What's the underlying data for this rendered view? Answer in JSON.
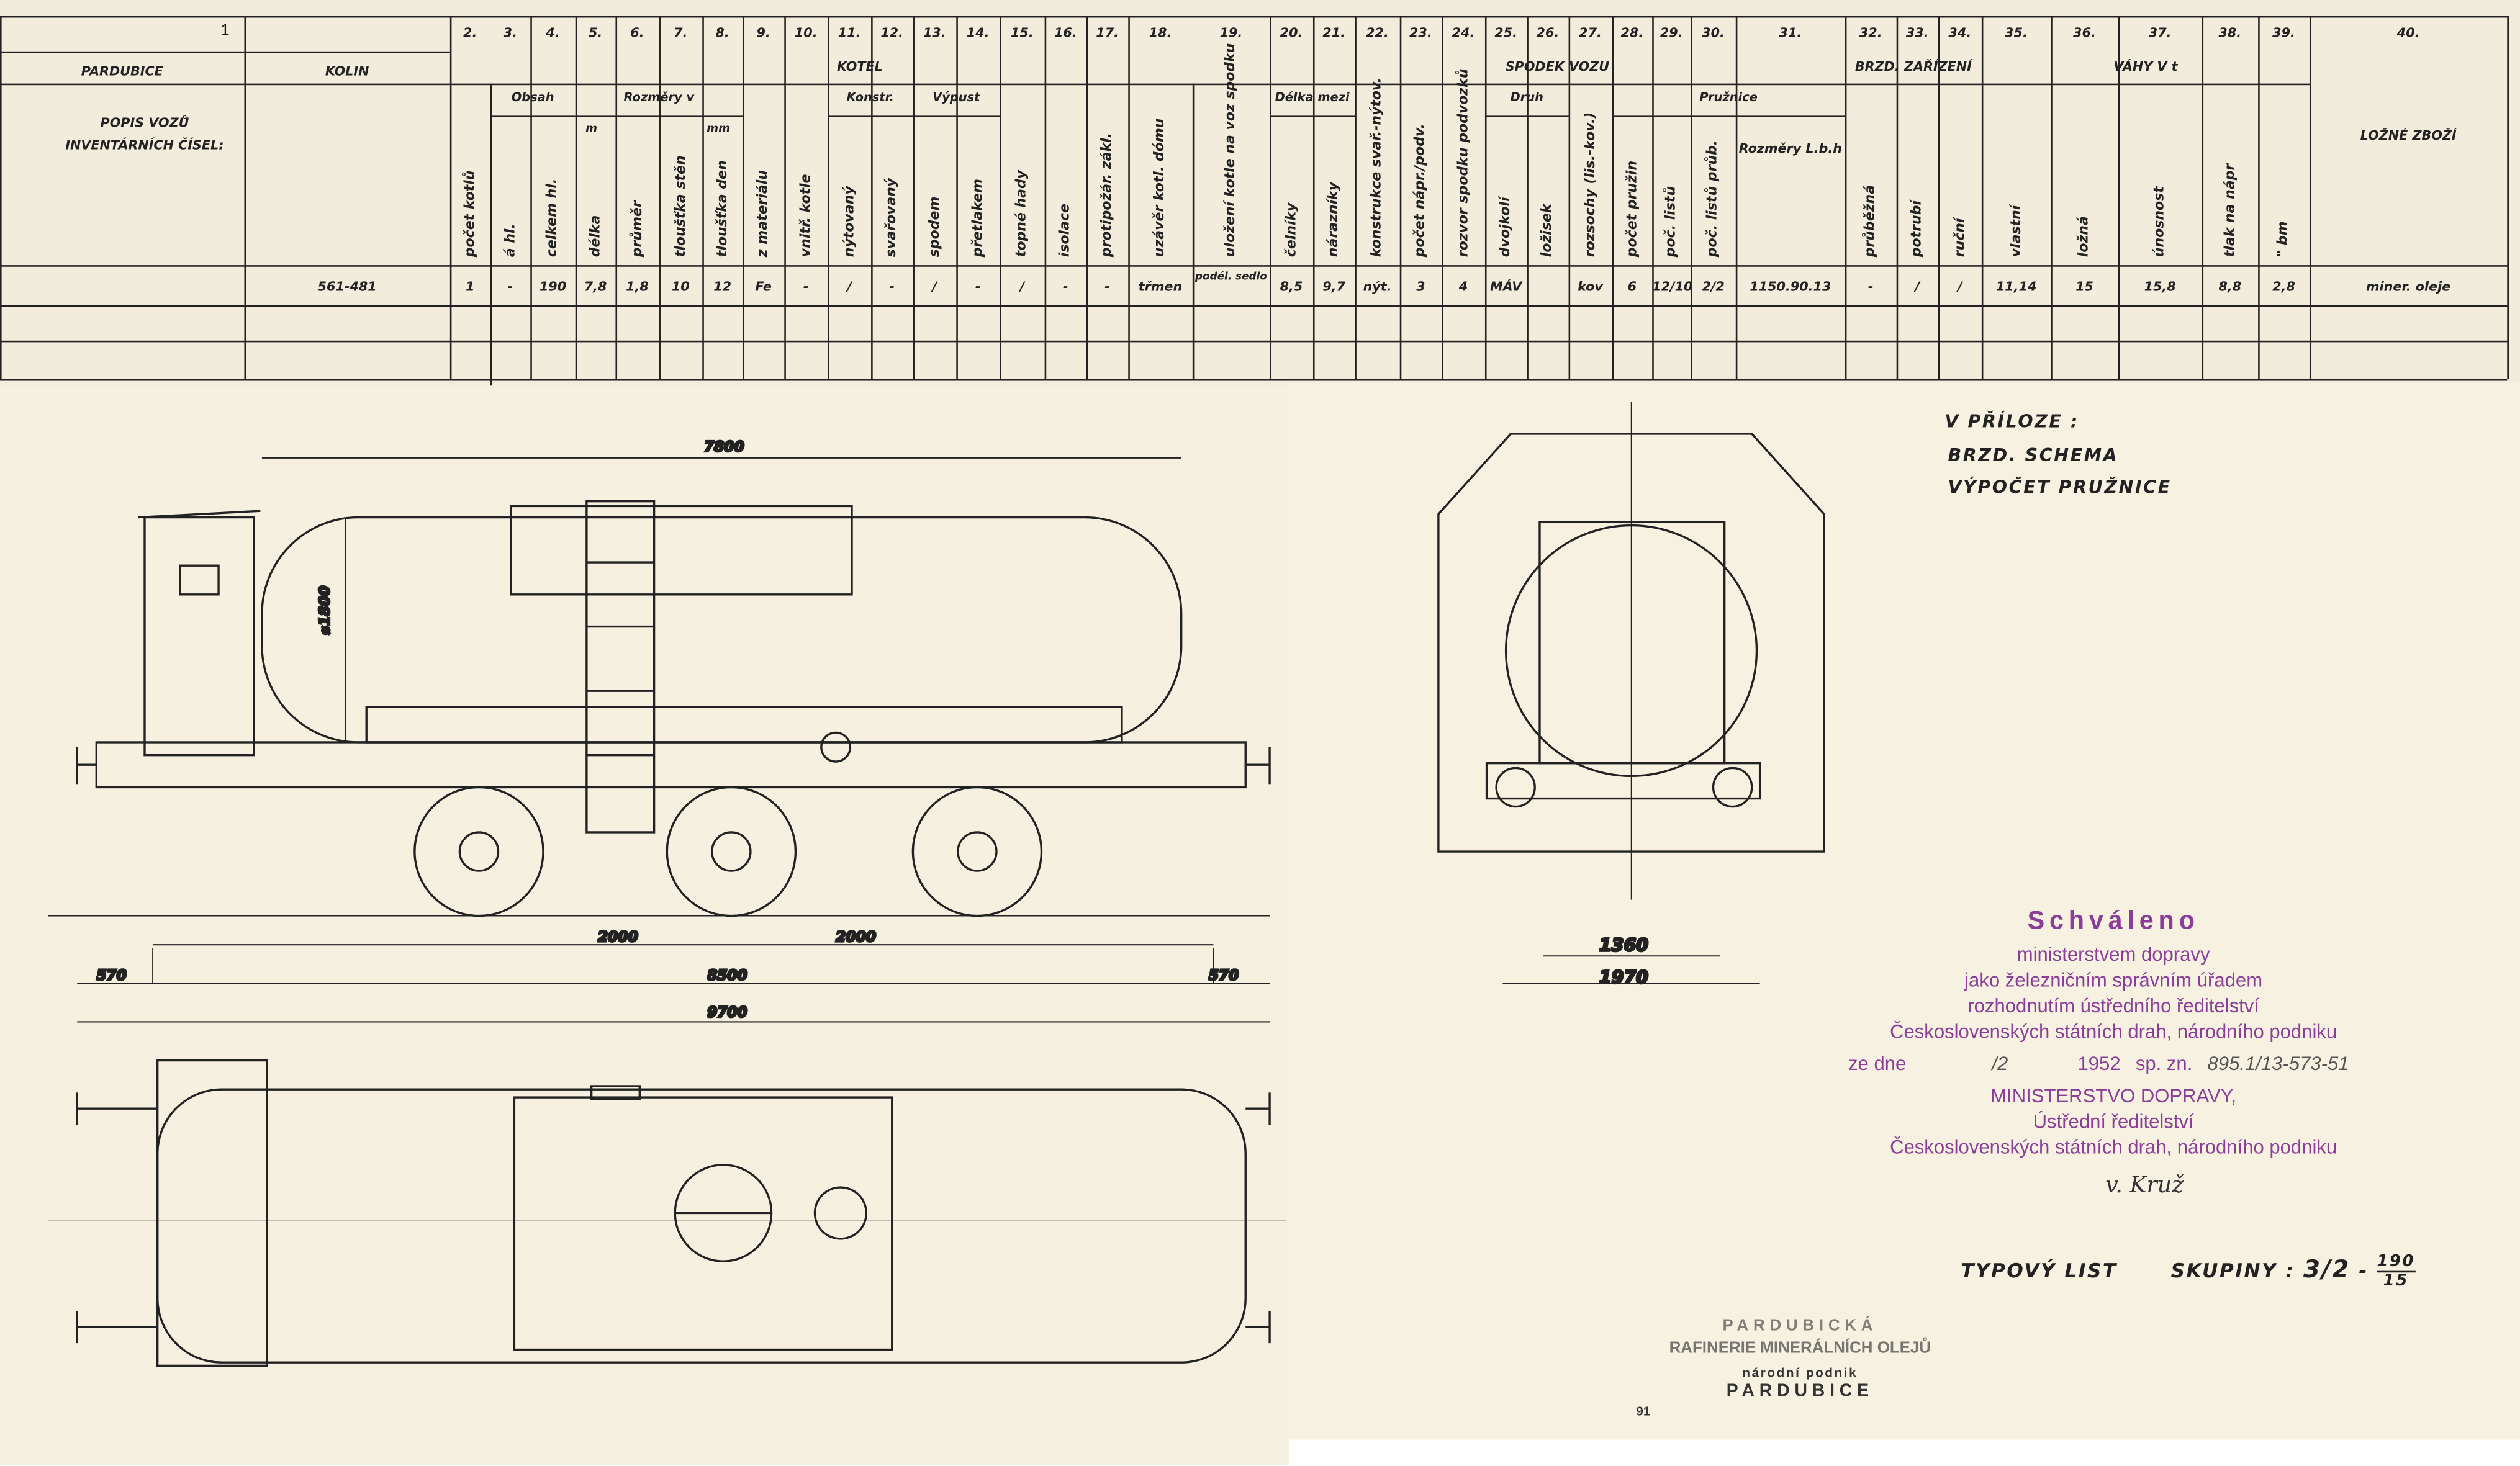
{
  "table": {
    "col1_number": "1",
    "origin": "PARDUBICE",
    "destination": "KOLIN",
    "desc_label": "POPIS VOZŮ INVENTÁRNÍCH ČÍSEL:",
    "inventory_numbers": "561-481",
    "groups": [
      {
        "label": "KOTEL",
        "from": 2,
        "to": 19
      },
      {
        "label": "SPODEK VOZU",
        "from": 20,
        "to": 31
      },
      {
        "label": "BRZD. ZAŘÍZENÍ",
        "from": 32,
        "to": 34
      },
      {
        "label": "VÁHY V t",
        "from": 35,
        "to": 39
      }
    ],
    "subgroups": [
      {
        "label": "Obsah",
        "from": 3,
        "to": 4
      },
      {
        "label": "Rozměry v",
        "from": 5,
        "to": 8
      },
      {
        "label": "Konstr.",
        "from": 11,
        "to": 12
      },
      {
        "label": "Výpust",
        "from": 13,
        "to": 14
      },
      {
        "label": "Délka mezi",
        "from": 20,
        "to": 21
      },
      {
        "label": "Druh",
        "from": 25,
        "to": 26
      },
      {
        "label": "Pružnice",
        "from": 28,
        "to": 31
      }
    ],
    "unit_m": "m",
    "unit_mm": "mm",
    "columns": [
      {
        "n": "2.",
        "h": "počet kotlů",
        "v": "1"
      },
      {
        "n": "3.",
        "h": "á hl.",
        "v": "-"
      },
      {
        "n": "4.",
        "h": "celkem hl.",
        "v": "190"
      },
      {
        "n": "5.",
        "h": "délka",
        "v": "7,8"
      },
      {
        "n": "6.",
        "h": "průměr",
        "v": "1,8"
      },
      {
        "n": "7.",
        "h": "tloušťka stěn",
        "v": "10"
      },
      {
        "n": "8.",
        "h": "tloušťka den",
        "v": "12"
      },
      {
        "n": "9.",
        "h": "z materiálu",
        "v": "Fe"
      },
      {
        "n": "10.",
        "h": "vnitř. kotle",
        "v": "-"
      },
      {
        "n": "11.",
        "h": "nýtovaný",
        "v": "/"
      },
      {
        "n": "12.",
        "h": "svařovaný",
        "v": "-"
      },
      {
        "n": "13.",
        "h": "spodem",
        "v": "/"
      },
      {
        "n": "14.",
        "h": "přetlakem",
        "v": "-"
      },
      {
        "n": "15.",
        "h": "topné hady",
        "v": "/"
      },
      {
        "n": "16.",
        "h": "isolace",
        "v": "-"
      },
      {
        "n": "17.",
        "h": "protipožár. zákl.",
        "v": "-"
      },
      {
        "n": "18.",
        "h": "uzávěr kotl. dómu",
        "v": "třmen"
      },
      {
        "n": "19.",
        "h": "uložení kotle na voz spodku",
        "v": "podél. sedlo"
      },
      {
        "n": "20.",
        "h": "čelníky",
        "v": "8,5"
      },
      {
        "n": "21.",
        "h": "nárazníky",
        "v": "9,7"
      },
      {
        "n": "22.",
        "h": "konstrukce svař.-nýtov.",
        "v": "nýt."
      },
      {
        "n": "23.",
        "h": "počet nápr./podv.",
        "v": "3"
      },
      {
        "n": "24.",
        "h": "rozvor spodku podvozků",
        "v": "4"
      },
      {
        "n": "25.",
        "h": "dvojkolí",
        "v": "MÁV"
      },
      {
        "n": "26.",
        "h": "ložisek",
        "v": ""
      },
      {
        "n": "27.",
        "h": "rozsochy (lis.-kov.)",
        "v": "kov"
      },
      {
        "n": "28.",
        "h": "počet pružin",
        "v": "6"
      },
      {
        "n": "29.",
        "h": "poč. listů",
        "v": "12/10"
      },
      {
        "n": "30.",
        "h": "poč. listů průb.",
        "v": "2/2"
      },
      {
        "n": "31.",
        "h": "Rozměry L.b.h",
        "v": "1150.90.13"
      },
      {
        "n": "32.",
        "h": "průběžná",
        "v": "-"
      },
      {
        "n": "33.",
        "h": "potrubí",
        "v": "/"
      },
      {
        "n": "34.",
        "h": "ruční",
        "v": "/"
      },
      {
        "n": "35.",
        "h": "vlastní",
        "v": "11,14"
      },
      {
        "n": "36.",
        "h": "ložná",
        "v": "15"
      },
      {
        "n": "37.",
        "h": "únosnost",
        "v": "15,8"
      },
      {
        "n": "38.",
        "h": "tlak na nápr",
        "v": "8,8"
      },
      {
        "n": "39.",
        "h": "\" bm",
        "v": "2,8"
      },
      {
        "n": "40.",
        "h": "LOŽNÉ ZBOŽÍ",
        "v": "miner. oleje"
      }
    ]
  },
  "drawing": {
    "dims": {
      "length_tank": "7800",
      "diameter": "⌀1800",
      "bogie_left": "2000",
      "bogie_right": "2000",
      "wheelbase": "8500",
      "overhang_left": "570",
      "overhang_right": "570",
      "total": "9700",
      "gauge": "1360",
      "width": "1970"
    },
    "annex_title": "V PŘÍLOZE :",
    "annex_items": [
      "BRZD. SCHEMA",
      "VÝPOČET PRUŽNICE"
    ]
  },
  "approval_stamp": {
    "title": "Schváleno",
    "lines": [
      "ministerstvem dopravy",
      "jako železničním správním úřadem",
      "rozhodnutím ústředního ředitelství",
      "Československých státních drah, národního podniku"
    ],
    "date_label": "ze dne",
    "date_day": "/2",
    "date_year": "1952",
    "ref_label": "sp. zn.",
    "ref_value": "895.1/13-573-51",
    "authority": [
      "MINISTERSTVO DOPRAVY,",
      "Ústřední ředitelství",
      "Československých státních drah, národního podniku"
    ],
    "signature": "v. Kruž"
  },
  "type_sheet": {
    "label": "TYPOVÝ LIST",
    "group_label": "SKUPINY :",
    "fraction_main": "3/2",
    "numerator": "190",
    "denominator": "15"
  },
  "factory_stamp": {
    "lines": [
      "PARDUBICKÁ",
      "RAFINERIE MINERÁLNÍCH OLEJŮ",
      "národní podnik",
      "PARDUBICE"
    ],
    "mark": "91"
  },
  "colors": {
    "paper": "#f4efde",
    "ink": "#222222",
    "stamp_purple": "#8b3e98"
  }
}
